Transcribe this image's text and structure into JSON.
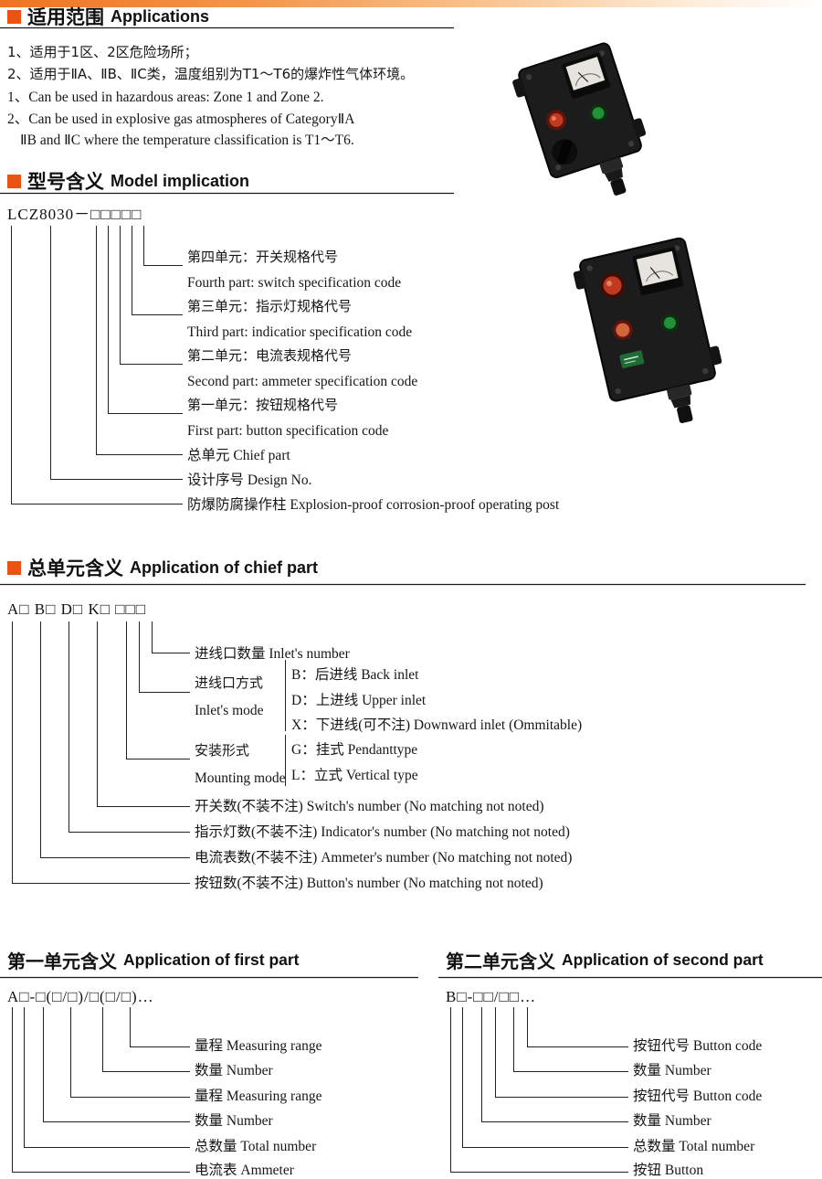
{
  "accent": "#e95413",
  "applications": {
    "title_zh": "适用范围",
    "title_en": "Applications",
    "zh_lines": [
      "1、适用于1区、2区危险场所；",
      "2、适用于ⅡA、ⅡB、ⅡC类，温度组别为T1～T6的爆炸性气体环境。"
    ],
    "en_lines": [
      "1、Can be used in hazardous areas: Zone 1 and Zone 2.",
      "2、Can be used in explosive gas atmospheres of CategoryⅡA",
      "ⅡB and ⅡC where the temperature classification is T1～T6."
    ]
  },
  "model": {
    "title_zh": "型号含义",
    "title_en": "Model implication",
    "code": "LCZ8030－□□□□□",
    "labels": {
      "fourth_zh": "第四单元：开关规格代号",
      "fourth_en": "Fourth part: switch specification code",
      "third_zh": "第三单元：指示灯规格代号",
      "third_en": "Third part: indicatior specification code",
      "second_zh": "第二单元：电流表规格代号",
      "second_en": "Second part: ammeter specification code",
      "first_zh": "第一单元：按钮规格代号",
      "first_en": "First part: button specification code",
      "chief": "总单元 Chief part",
      "design": "设计序号 Design No.",
      "post": "防爆防腐操作柱 Explosion-proof corrosion-proof operating post"
    }
  },
  "chief": {
    "title_zh": "总单元含义",
    "title_en": "Application of chief part",
    "code": "A□ B□ D□ K□ □□□",
    "inlet_number": "进线口数量 Inlet's number",
    "inlet_mode_zh": "进线口方式",
    "inlet_mode_en": "Inlet's mode",
    "inlet_opt_b": "B：后进线 Back inlet",
    "inlet_opt_d": "D：上进线 Upper inlet",
    "inlet_opt_x": "X：下进线(可不注) Downward inlet (Ommitable)",
    "mount_zh": "安装形式",
    "mount_en": "Mounting mode",
    "mount_opt_g": "G：挂式 Pendanttype",
    "mount_opt_l": "L：立式 Vertical type",
    "switch_count": "开关数(不装不注) Switch's number (No matching not noted)",
    "indicator_count": "指示灯数(不装不注) Indicator's number (No matching not noted)",
    "ammeter_count": "电流表数(不装不注) Ammeter's number (No matching not noted)",
    "button_count": "按钮数(不装不注) Button's number (No matching not noted)"
  },
  "first_part": {
    "title_zh": "第一单元含义",
    "title_en": "Application of first part",
    "code": "A□-□(□/□)/□(□/□)…",
    "labels": [
      "量程 Measuring range",
      "数量 Number",
      "量程 Measuring range",
      "数量 Number",
      "总数量 Total number",
      "电流表 Ammeter"
    ]
  },
  "second_part": {
    "title_zh": "第二单元含义",
    "title_en": "Application of second part",
    "code": "B□-□□/□□…",
    "labels": [
      "按钮代号 Button code",
      "数量 Number",
      "按钮代号 Button code",
      "数量 Number",
      "总数量 Total number",
      "按钮 Button"
    ]
  }
}
